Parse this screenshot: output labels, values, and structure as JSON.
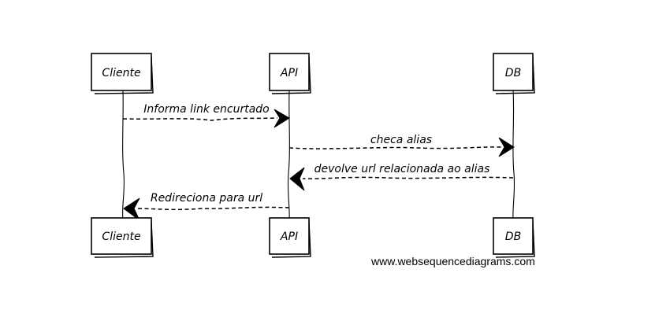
{
  "participants": [
    {
      "name": "Cliente"
    },
    {
      "name": "API"
    },
    {
      "name": "DB"
    }
  ],
  "messages": [
    {
      "from": "Cliente",
      "to": "API",
      "label": "Informa link encurtado",
      "style": "dashed"
    },
    {
      "from": "API",
      "to": "DB",
      "label": "checa alias",
      "style": "dashed"
    },
    {
      "from": "DB",
      "to": "API",
      "label": "devolve url relacionada ao alias",
      "style": "dashed"
    },
    {
      "from": "API",
      "to": "Cliente",
      "label": "Redireciona para url",
      "style": "dashed"
    }
  ],
  "watermark": "www.websequencediagrams.com"
}
